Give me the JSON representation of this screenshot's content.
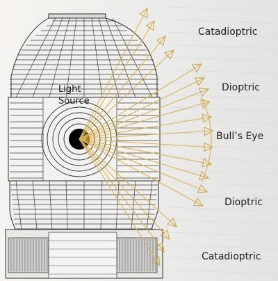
{
  "diagram": {
    "light_source": {
      "line1": "Light",
      "line2": "Source"
    },
    "labels": {
      "catadioptric_top": "Catadioptric",
      "dioptric_top": "Dioptric",
      "bulls_eye": "Bull’s Eye",
      "dioptric_bottom": "Dioptric",
      "catadioptric_bottom": "Catadioptric"
    },
    "colors": {
      "lens_line": "#2a2a2a",
      "ray": "#d9b24a",
      "label_text": "#1c1c1c",
      "lamp": "#000000"
    }
  }
}
